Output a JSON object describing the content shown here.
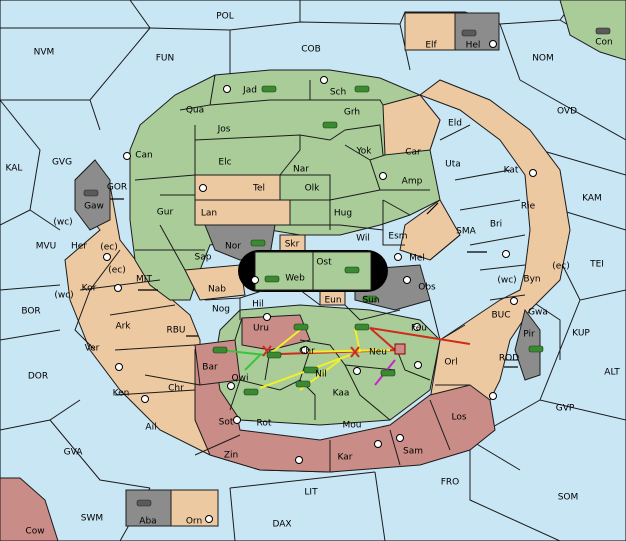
{
  "colors": {
    "sea": "#c9e6f5",
    "land_green": "#a9cc99",
    "land_tan": "#edc9a2",
    "land_rose": "#c98c86",
    "land_grey": "#8c8c8c",
    "arrow_red": "#d02a1a",
    "arrow_yellow": "#f2ef2a",
    "arrow_green": "#39c43a",
    "arrow_magenta": "#cc22cc"
  },
  "regions": {
    "POL": "POL",
    "NVM": "NVM",
    "FUN": "FUN",
    "COB": "COB",
    "NOM": "NOM",
    "OVD": "OVD",
    "KAL": "KAL",
    "GVG": "GVG",
    "KAM": "KAM",
    "TEI": "TEI",
    "MVU": "MVU",
    "BOR": "BOR",
    "DOR": "DOR",
    "GVA": "GVA",
    "SWM": "SWM",
    "DAX": "DAX",
    "LIT": "LIT",
    "FRO": "FRO",
    "SOM": "SOM",
    "ALT": "ALT",
    "GVP": "GVP",
    "KUP": "KUP",
    "BUC": "BUC",
    "ROD": "ROD",
    "SMA": "SMA",
    "MIT": "MIT",
    "RBU": "RBU",
    "GOR": "GOR",
    "Elf": "Elf",
    "Hel": "Hel",
    "Con": "Con",
    "Aba": "Aba",
    "Orn": "Orn",
    "Cow": "Cow",
    "Jad": "Jad",
    "Sch": "Sch",
    "Qua": "Qua",
    "Jos": "Jos",
    "Grh": "Grh",
    "Can": "Can",
    "Elc": "Elc",
    "Nar": "Nar",
    "Yok": "Yok",
    "Car": "Car",
    "Eld": "Eld",
    "Uta": "Uta",
    "Kat": "Kat",
    "Tel": "Tel",
    "Olk": "Olk",
    "Amp": "Amp",
    "Gur": "Gur",
    "Lan": "Lan",
    "Hug": "Hug",
    "Rie": "Rie",
    "Bri": "Bri",
    "Gaw": "Gaw",
    "Her": "Her",
    "Nor": "Nor",
    "Skr": "Skr",
    "Wil": "Wil",
    "Esm": "Esm",
    "Sap": "Sap",
    "Web": "Web",
    "Ost": "Ost",
    "Mel": "Mel",
    "Byn": "Byn",
    "Kor": "Kor",
    "Nab": "Nab",
    "Eun": "Eun",
    "Sun": "Sun",
    "Obs": "Obs",
    "Hil": "Hil",
    "Gwa": "Gwa",
    "Ark": "Ark",
    "Nog": "Nog",
    "Uru": "Uru",
    "Feu": "Feu",
    "Pir": "Pir",
    "Ver": "Ver",
    "Bar": "Bar",
    "Chr": "Chr",
    "Neu": "Neu",
    "Orl": "Orl",
    "Qwi": "Qwi",
    "Nil": "Nil",
    "Ken": "Ken",
    "Kaa": "Kaa",
    "Ail": "Ail",
    "Sot": "Sot",
    "Rot": "Rot",
    "Los": "Los",
    "Mou": "Mou",
    "Sam": "Sam",
    "Zin": "Zin",
    "Kar": "Kar"
  },
  "coast_tags": {
    "wc": "(wc)",
    "ec": "(ec)"
  }
}
